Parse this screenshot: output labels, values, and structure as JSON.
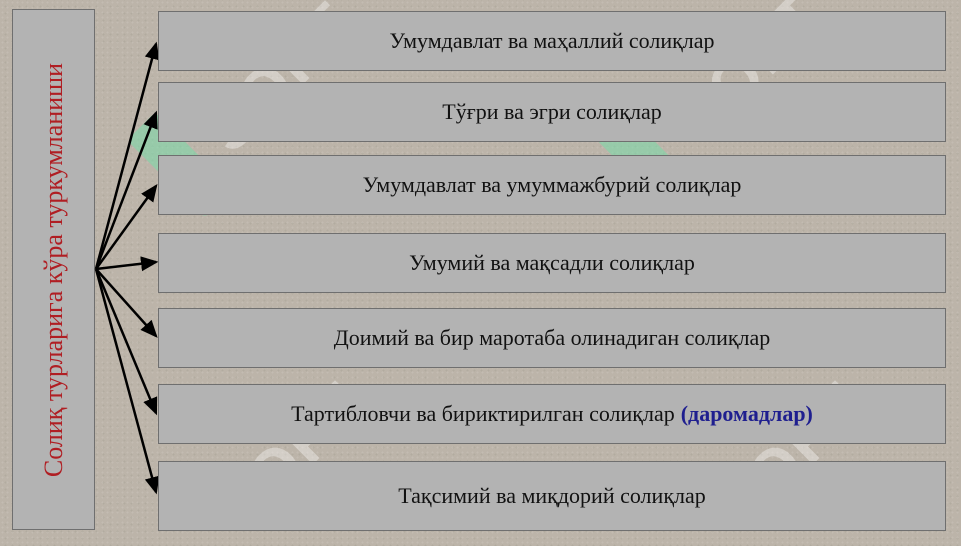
{
  "left_label": "Солиқ турларига кўра туркумланиши",
  "watermark_text": "SOFT",
  "items": [
    {
      "text": "Умумдавлат ва маҳаллий солиқлар"
    },
    {
      "text": "Тўғри ва эгри солиқлар"
    },
    {
      "text": "Умумдавлат ва умуммажбурий солиқлар"
    },
    {
      "text": "Умумий ва мақсадли солиқлар"
    },
    {
      "text": "Доимий ва бир маротаба олинадиган солиқлар"
    },
    {
      "text": "Тартибловчи ва бириктирилган солиқлар",
      "accent": "(даромадлар)"
    },
    {
      "text": "Тақсимий ва миқдорий солиқлар"
    }
  ],
  "colors": {
    "label_red": "#b01e23",
    "accent_blue": "#1f1f8f",
    "box_fill": "#b3b3b3",
    "background": "#bcb4a9"
  }
}
